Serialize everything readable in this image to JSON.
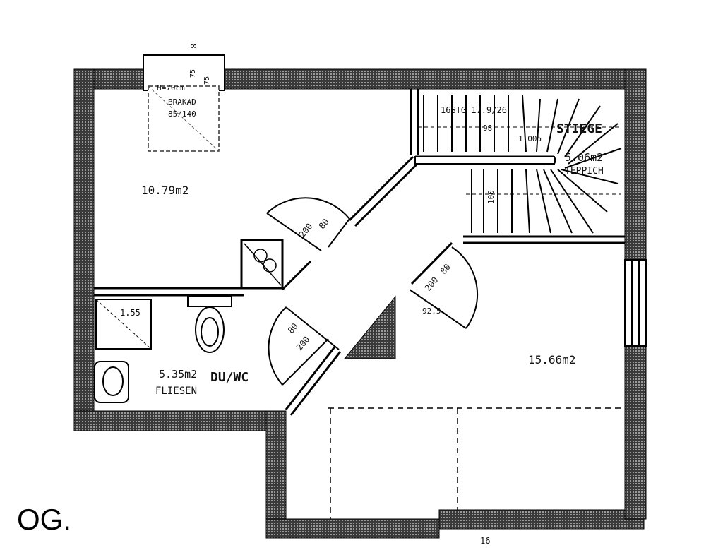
{
  "floor_label": "OG.",
  "rooms": {
    "bedroom_left": {
      "area": "10.79m2"
    },
    "bathroom": {
      "area": "5.35m2",
      "name": "DU/WC",
      "finish": "FLIESEN",
      "shower_size": "1.55"
    },
    "stairs": {
      "name": "STIEGE",
      "area": "5.06m2",
      "finish": "TEPPICH",
      "steps": "16STG 17.9/26",
      "width": "98",
      "landing": "1.005",
      "handrail": "100"
    },
    "bedroom_right": {
      "area": "15.66m2"
    }
  },
  "window_top": {
    "height_note": "H=70cm",
    "window_type": "BRAKAD",
    "window_size": "85/140",
    "dim": "8",
    "dim2": "75",
    "dim3": "75"
  },
  "doors": [
    {
      "width": "80",
      "leaf": "200"
    },
    {
      "width": "80",
      "leaf": "200"
    },
    {
      "width": "80",
      "leaf": "200",
      "extra": "92.5"
    }
  ],
  "bottom_dim": "16"
}
